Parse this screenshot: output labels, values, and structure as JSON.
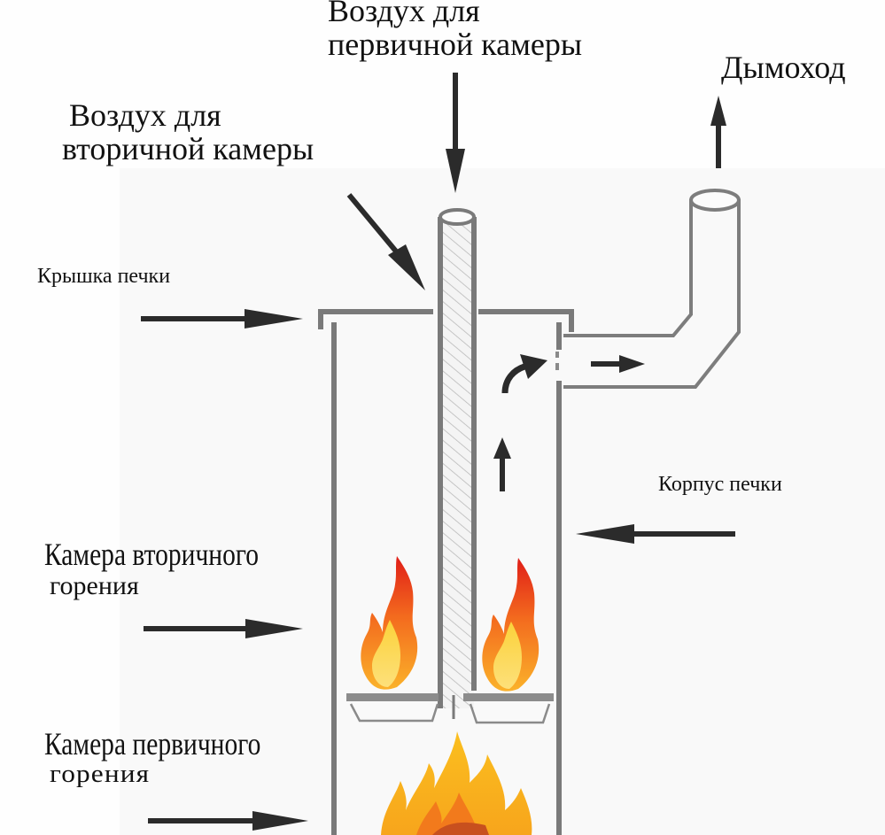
{
  "diagram": {
    "title": "Stove with primary and secondary combustion chambers",
    "colors": {
      "outline": "#7a7a7a",
      "arrow": "#2b2b2b",
      "flame_red": "#e8261c",
      "flame_orange": "#f58a1f",
      "flame_yellow": "#fbd23a",
      "ember": "#c8501e"
    },
    "labels": {
      "primary_air": {
        "line1": "Воздух для",
        "line2": "первичной камеры"
      },
      "secondary_air": {
        "line1": "Воздух для",
        "line2": "вторичной камеры"
      },
      "chimney": "Дымоход",
      "lid": "Крышка печки",
      "body": "Корпус печки",
      "secondary_chamber": {
        "line1": "Камера вторичного",
        "line2": "горения"
      },
      "primary_chamber": {
        "line1": "Камера первичного",
        "line2": "горения"
      }
    },
    "components": [
      "primary-air-pipe",
      "stove-lid",
      "stove-body",
      "chimney-pipe",
      "secondary-burner-plates",
      "secondary-flames",
      "primary-fire"
    ],
    "flows": [
      "primary-air-down",
      "secondary-air-diagonal",
      "gas-rise",
      "gas-turn-to-outlet",
      "gas-to-chimney",
      "smoke-up"
    ]
  }
}
